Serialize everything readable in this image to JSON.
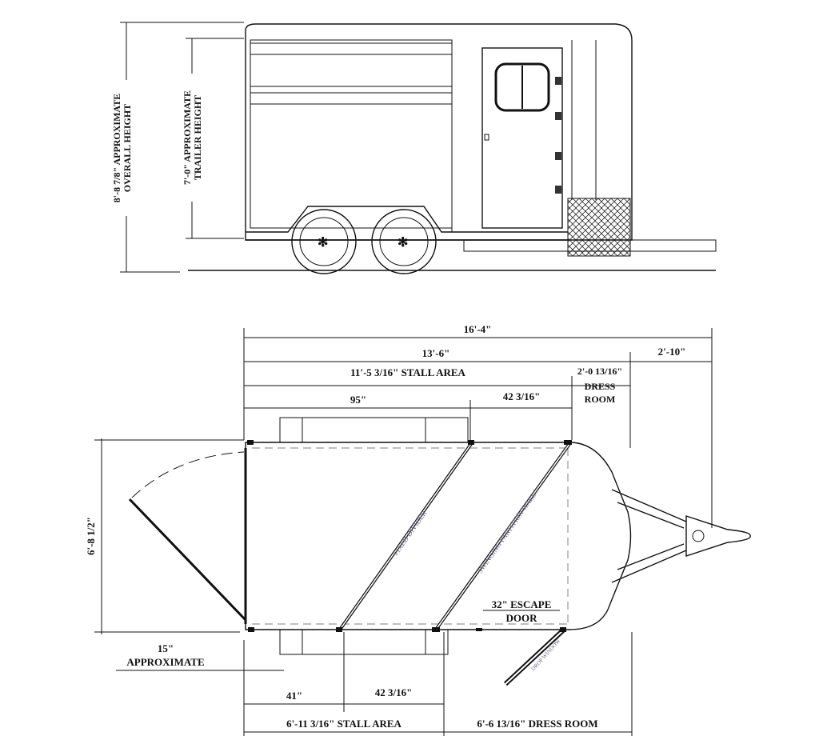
{
  "side_view": {
    "overall_height": "8'-8 7/8\" APPROXIMATE",
    "overall_height_line2": "OVERALL HEIGHT",
    "trailer_height": "7'-0\" APPROXIMATE",
    "trailer_height_line2": "TRAILER HEIGHT"
  },
  "top_view": {
    "total_length": "16'-4\"",
    "body_length": "13'-6\"",
    "stall_area_top": "11'-5 3/16\" STALL AREA",
    "segment_95": "95\"",
    "segment_42_top": "42 3/16\"",
    "dress_room_top": "2'-0 13/16\"",
    "dress_room_top_l2": "DRESS",
    "dress_room_top_l3": "ROOM",
    "tongue_length": "2'-10\"",
    "width": "6'-8 1/2\"",
    "overhang": "15\"",
    "overhang_l2": "APPROXIMATE",
    "segment_41": "41\"",
    "segment_42_bottom": "42 3/16\"",
    "stall_area_bottom": "6'-11 3/16\" STALL AREA",
    "dress_room_bottom": "6'-6 13/16\" DRESS ROOM",
    "fixed_divider": "FIXED DIVIDER",
    "swinging_partition": "SWINGING PARTITION WALL",
    "escape_door": "32\" ESCAPE",
    "escape_door_l2": "DOOR",
    "drop_window": "DROP WINDOW"
  }
}
